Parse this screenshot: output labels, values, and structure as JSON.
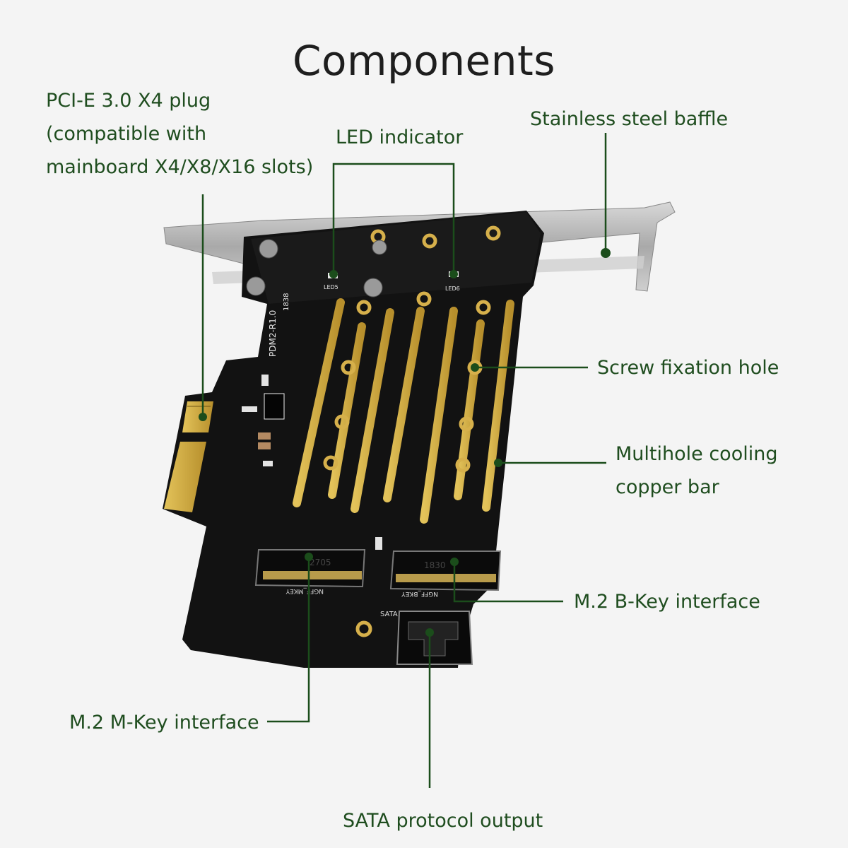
{
  "title": "Components",
  "colors": {
    "line": "#1b4d1b",
    "label": "#1f4d1f",
    "pcb": "#121212",
    "copper": "#c9a53f",
    "bracket": "#b9b9b9"
  },
  "labels": {
    "pcie": [
      "PCI-E 3.0 X4 plug",
      "(compatible with",
      "mainboard X4/X8/X16 slots)"
    ],
    "led": "LED indicator",
    "baffle": "Stainless steel baffle",
    "screw": "Screw fixation hole",
    "cooling": [
      "Multihole cooling",
      "copper bar"
    ],
    "bkey": "M.2 B-Key interface",
    "mkey": "M.2 M-Key interface",
    "sata": "SATA protocol output"
  },
  "board_marks": {
    "model": "PDM2-R1.0",
    "led5": "LED5",
    "led6": "LED6",
    "sata": "SATA",
    "conn_m_num": "2705",
    "conn_b_num": "1830",
    "conn_m_text": "NGFF_MKEY",
    "conn_b_text": "NGFF_BKEY",
    "date": "1838"
  }
}
